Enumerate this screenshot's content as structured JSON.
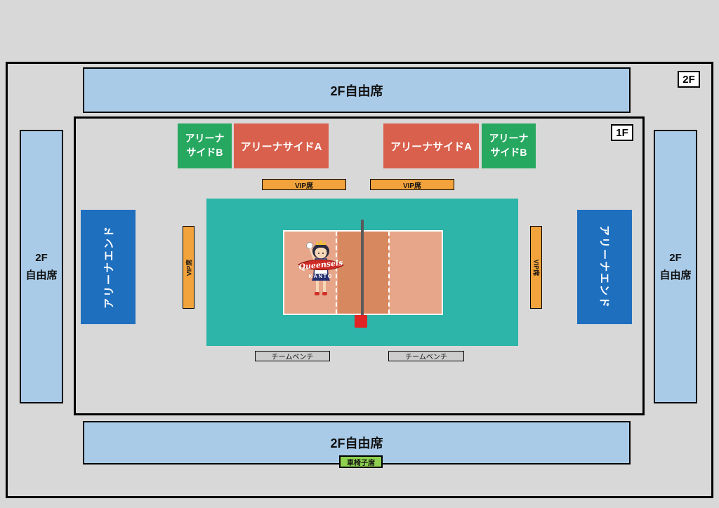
{
  "colors": {
    "background": "#d8d8d8",
    "stand_blue": "#a9cbe8",
    "seat_side_a_red": "#d9604d",
    "seat_side_b_green": "#27a860",
    "arena_end_blue": "#1f6fbf",
    "vip_orange": "#f2a33c",
    "court_floor_teal": "#2cb5a8",
    "court_salmon": "#e7a68a",
    "court_center_zone": "#d8885f",
    "wheelchair_green": "#8fd14f",
    "net_post_red": "#e02424"
  },
  "badges": {
    "floor_2f": "2F",
    "floor_1f": "1F"
  },
  "stands": {
    "top_label": "2F自由席",
    "bottom_label": "2F自由席",
    "left_label": "2F\n自由席",
    "right_label": "2F\n自由席"
  },
  "arena_seats": {
    "side_b_left": "アリーナ\nサイドB",
    "side_a_left": "アリーナサイドA",
    "side_a_right": "アリーナサイドA",
    "side_b_right": "アリーナ\nサイドB",
    "end_left": "アリーナエンド",
    "end_right": "アリーナエンド"
  },
  "vip": {
    "top_left": "VIP席",
    "top_right": "VIP席",
    "side_left": "VIP席",
    "side_right": "VIP席"
  },
  "benches": {
    "left": "チームベンチ",
    "right": "チームベンチ"
  },
  "wheelchair_label": "車椅子席",
  "logo": {
    "script": "Queenseis",
    "sub": "KANTO"
  }
}
